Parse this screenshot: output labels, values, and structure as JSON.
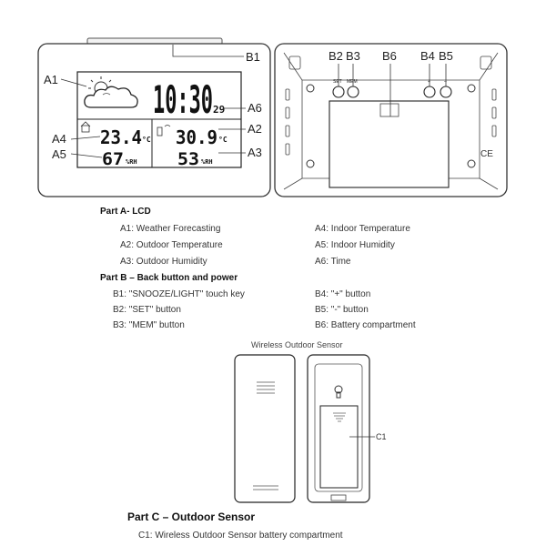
{
  "callouts": {
    "a1": "A1",
    "a2": "A2",
    "a3": "A3",
    "a4": "A4",
    "a5": "A5",
    "a6": "A6",
    "b1": "B1",
    "b2": "B2",
    "b3": "B3",
    "b4": "B4",
    "b5": "B5",
    "b6": "B6",
    "c1": "C1"
  },
  "lcd": {
    "time": "10:30",
    "seconds": "29",
    "indoor_temp": "23.4",
    "indoor_temp_unit": "°C",
    "indoor_humidity": "67",
    "humidity_unit": "%RH",
    "outdoor_temp": "30.9",
    "outdoor_temp_unit": "°C",
    "outdoor_humidity": "53"
  },
  "back_buttons": {
    "set": "SET",
    "mem": "MEM",
    "plus": "+",
    "minus": "–"
  },
  "part_a": {
    "title": "Part A- LCD",
    "items": [
      "A1: Weather Forecasting",
      "A4: Indoor Temperature",
      "A2: Outdoor Temperature",
      "A5: Indoor Humidity",
      "A3: Outdoor Humidity",
      "A6: Time"
    ]
  },
  "part_b": {
    "title": "Part B – Back button and power",
    "items": [
      "B1: \"SNOOZE/LIGHT\" touch key",
      "B4: \"+\" button",
      "B2: \"SET\" button",
      "B5: \"-\" button",
      "B3: \"MEM\" button",
      "B6: Battery compartment"
    ]
  },
  "sensor_caption": "Wireless Outdoor Sensor",
  "part_c": {
    "title": "Part C – Outdoor Sensor",
    "items": [
      "C1: Wireless Outdoor Sensor battery compartment"
    ]
  }
}
